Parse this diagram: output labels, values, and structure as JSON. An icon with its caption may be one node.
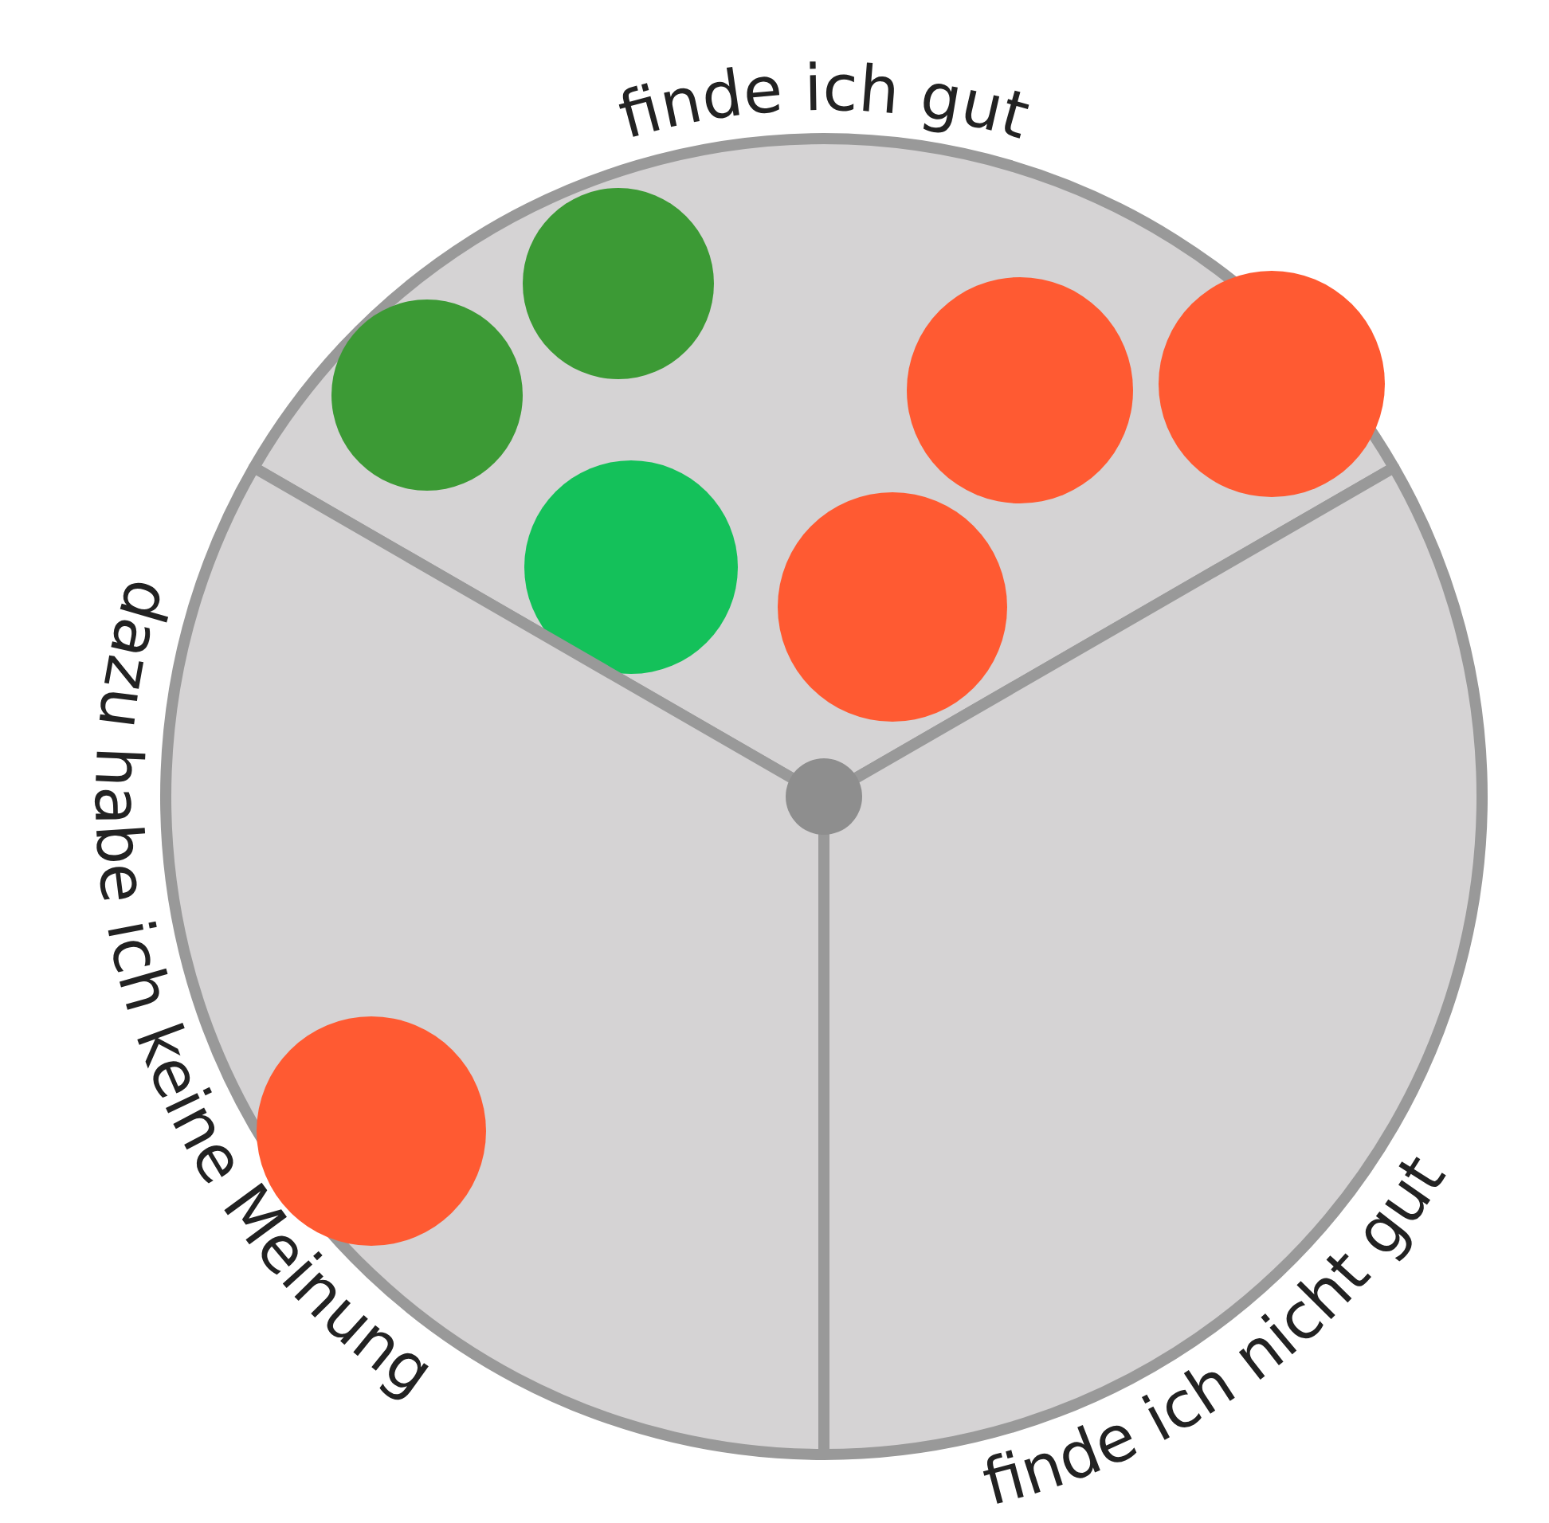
{
  "diagram": {
    "nodes": [
      {
        "text": [
          "finde ich gut"
        ]
      },
      {
        "text": [
          "finde ich nicht gut"
        ]
      },
      {
        "text": [
          "dazu habe ich keine Meinung"
        ]
      },
      {
        "text": [],
        "shape": "circle",
        "in": 0
      },
      {
        "text": [],
        "shape": "circle",
        "in": 0
      },
      {
        "text": [],
        "shape": "circle",
        "in": 0
      },
      {
        "text": [],
        "shape": "circle",
        "in": 0
      },
      {
        "text": [],
        "shape": "circle",
        "in": 0
      },
      {
        "text": [],
        "shape": "circle",
        "in": 0
      },
      {
        "text": [],
        "shape": "circle",
        "in": 2
      }
    ]
  }
}
